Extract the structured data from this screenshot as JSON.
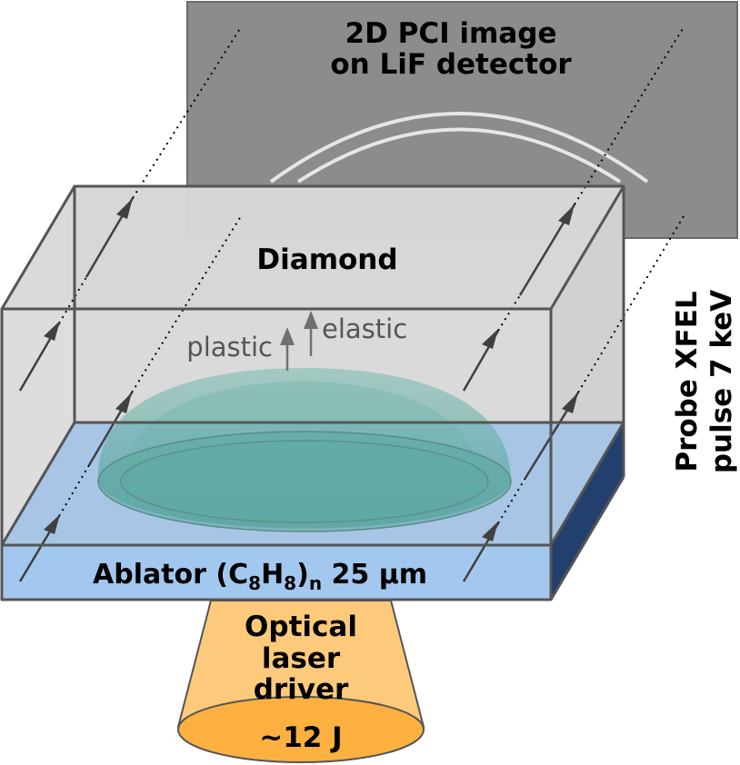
{
  "detector": {
    "line1": "2D PCI image",
    "line2": "on LiF detector"
  },
  "diamond": {
    "label": "Diamond"
  },
  "waves": {
    "plastic": "plastic",
    "elastic": "elastic"
  },
  "ablator": {
    "prefix": "Ablator (C",
    "sub1": "8",
    "mid": "H",
    "sub2": "8",
    "close": ")",
    "sub3": "n",
    "suffix": " 25 µm"
  },
  "laser": {
    "line1": "Optical",
    "line2": "laser",
    "line3": "driver",
    "energy": "~12 J"
  },
  "probe": {
    "line1": "Probe XFEL",
    "line2": "pulse 7 keV"
  },
  "colors": {
    "detector": "#8c8c8c",
    "diamond": "#d9d9d9",
    "ablator_top": "#a8c5e6",
    "ablator_front": "#a3c8ef",
    "ablator_side": "#223f6d",
    "shock": "#5aa9a0",
    "laser_cone": "#fdca7c",
    "laser_base": "#fbb040"
  }
}
